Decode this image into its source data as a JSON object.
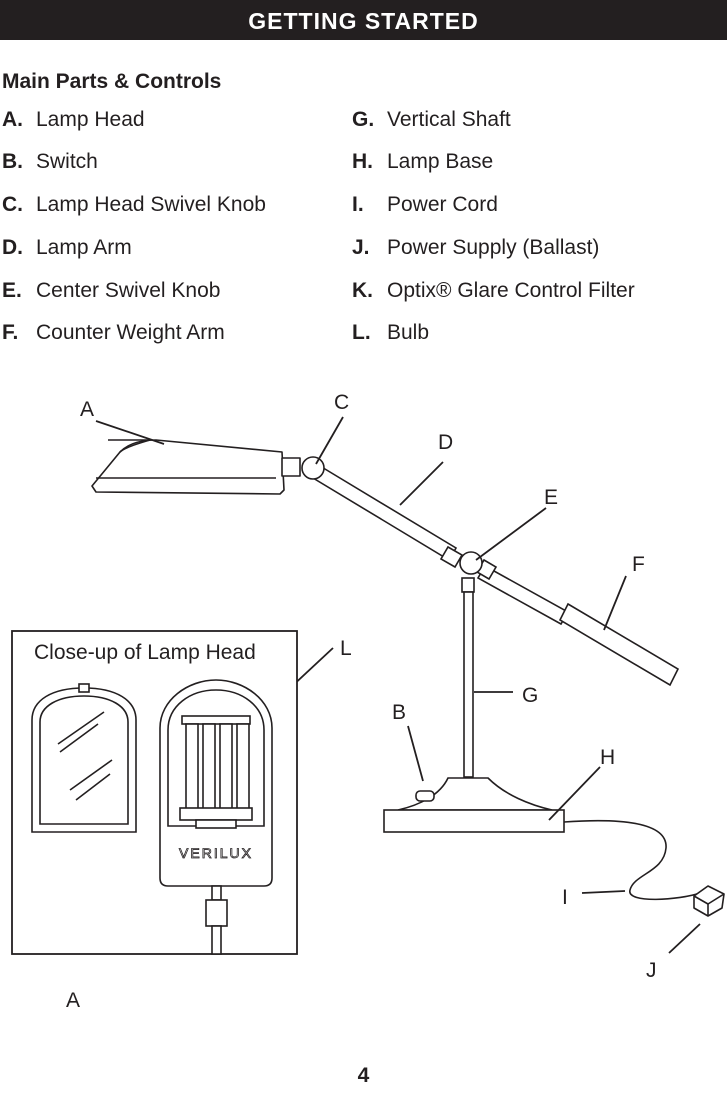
{
  "header": {
    "title": "GETTING STARTED"
  },
  "section_title": "Main Parts & Controls",
  "parts_left": [
    {
      "letter": "A.",
      "name": "Lamp Head"
    },
    {
      "letter": "B.",
      "name": "Switch"
    },
    {
      "letter": "C.",
      "name": "Lamp Head Swivel Knob"
    },
    {
      "letter": "D.",
      "name": "Lamp Arm"
    },
    {
      "letter": "E.",
      "name": "Center Swivel Knob"
    },
    {
      "letter": "F.",
      "name": "Counter Weight Arm"
    }
  ],
  "parts_right": [
    {
      "letter": "G.",
      "name": "Vertical Shaft"
    },
    {
      "letter": "H.",
      "name": "Lamp Base"
    },
    {
      "letter": "I.",
      "name": "Power Cord"
    },
    {
      "letter": "J.",
      "name": "Power Supply (Ballast)"
    },
    {
      "letter": "K.",
      "name": "Optix® Glare Control Filter"
    },
    {
      "letter": "L.",
      "name": "Bulb"
    }
  ],
  "diagram": {
    "callouts": {
      "A": "A",
      "B": "B",
      "C": "C",
      "D": "D",
      "E": "E",
      "F": "F",
      "G": "G",
      "H": "H",
      "I": "I",
      "J": "J",
      "L": "L"
    },
    "closeup_title": "Close-up of Lamp Head",
    "closeup_caption": "A",
    "brand": "VERILUX"
  },
  "page_number": "4"
}
